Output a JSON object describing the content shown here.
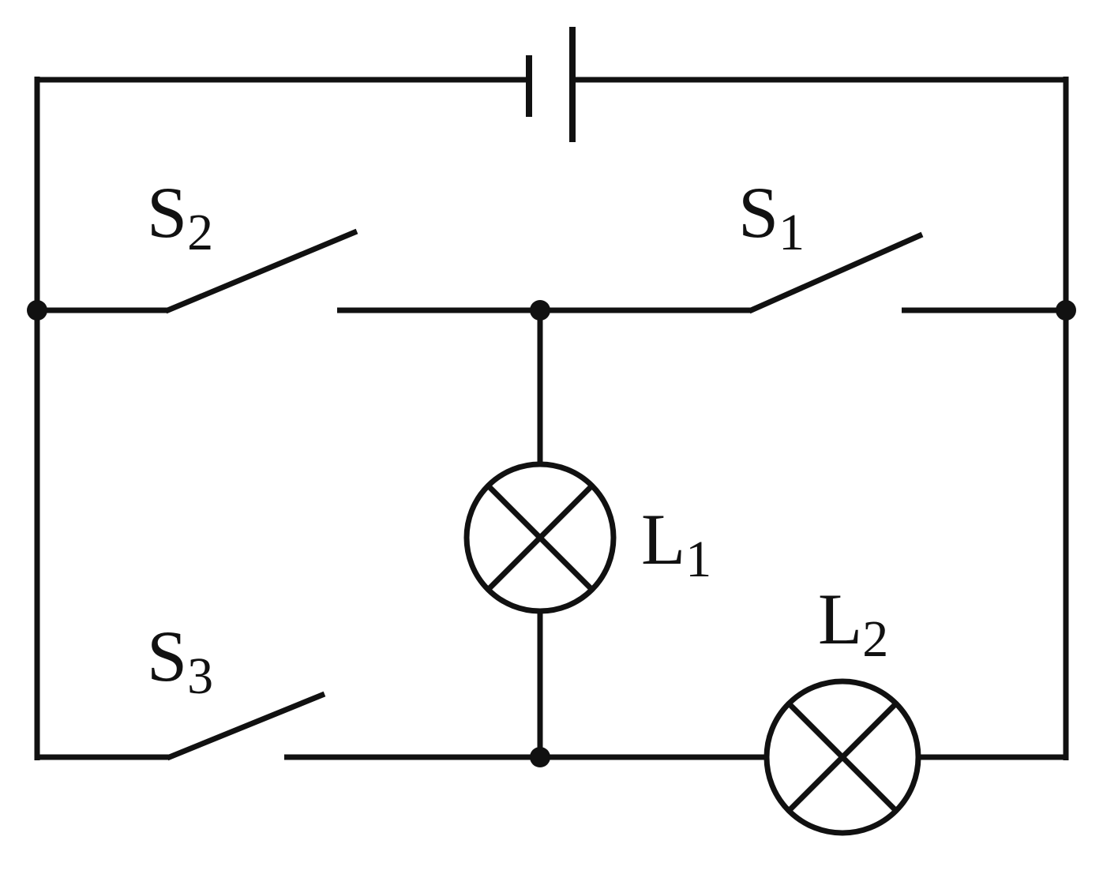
{
  "colors": {
    "ink": "#111111",
    "background": "#ffffff"
  },
  "labels": {
    "s1": {
      "main": "S",
      "sub": "1"
    },
    "s2": {
      "main": "S",
      "sub": "2"
    },
    "s3": {
      "main": "S",
      "sub": "3"
    },
    "l1": {
      "main": "L",
      "sub": "1"
    },
    "l2": {
      "main": "L",
      "sub": "2"
    }
  }
}
